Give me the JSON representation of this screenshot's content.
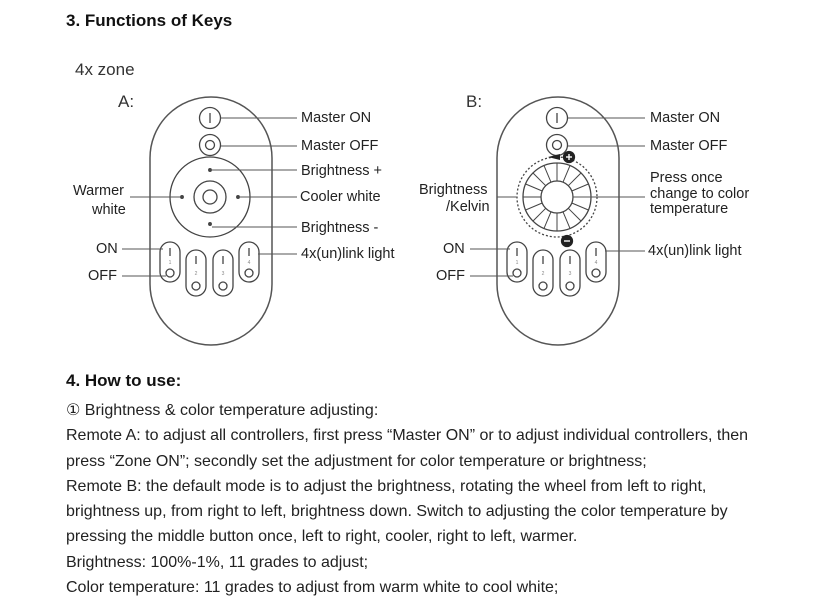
{
  "section3": {
    "heading": "3. Functions of Keys",
    "zone_label": "4x zone"
  },
  "remote_a": {
    "tag": "A:",
    "labels": {
      "master_on": "Master ON",
      "master_off": "Master OFF",
      "brightness_plus": "Brightness +",
      "warmer": "Warmer",
      "white": "white",
      "cooler_white": "Cooler white",
      "brightness_minus": "Brightness -",
      "on": "ON",
      "off": "OFF",
      "link": "4x(un)link light"
    },
    "zone_numbers": [
      "1",
      "2",
      "3",
      "4"
    ]
  },
  "remote_b": {
    "tag": "B:",
    "labels": {
      "master_on": "Master ON",
      "master_off": "Master OFF",
      "brightness": "Brightness",
      "kelvin": "/Kelvin",
      "press_line1": "Press once",
      "press_line2": "change to color",
      "press_line3": "temperature",
      "on": "ON",
      "off": "OFF",
      "link": "4x(un)link light"
    },
    "zone_numbers": [
      "1",
      "2",
      "3",
      "4"
    ]
  },
  "section4": {
    "heading": "4. How to use:",
    "lines": [
      "① Brightness & color temperature adjusting:",
      "Remote A: to adjust all controllers, first press “Master ON” or to adjust individual controllers, then",
      "press “Zone ON”; secondly set the adjustment for color temperature or brightness;",
      "Remote B: the default mode is to adjust the brightness, rotating the wheel from left to right,",
      "brightness up, from right to left, brightness down. Switch to adjusting the color temperature by",
      "pressing the middle button once, left to right, cooler, right to left, warmer.",
      "Brightness: 100%-1%, 11 grades to adjust;",
      "Color temperature: 11 grades to adjust from warm white to cool white;"
    ]
  }
}
